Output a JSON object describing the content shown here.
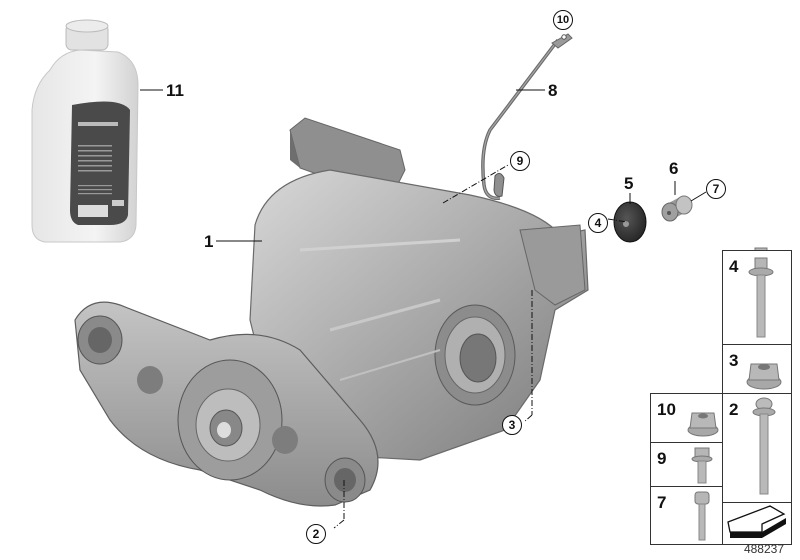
{
  "diagram": {
    "type": "parts-exploded-view",
    "subject": "rear axle differential assembly",
    "document_id": "488237",
    "callouts_plain": [
      {
        "num": "1",
        "part": "differential"
      },
      {
        "num": "5",
        "part": "rubber mount"
      },
      {
        "num": "6",
        "part": "spacer sleeve"
      },
      {
        "num": "8",
        "part": "vent line"
      },
      {
        "num": "11",
        "part": "oil bottle"
      }
    ],
    "callouts_circled": [
      {
        "num": "2",
        "part": "bolt location"
      },
      {
        "num": "3",
        "part": "nut location"
      },
      {
        "num": "4",
        "part": "bolt location"
      },
      {
        "num": "7",
        "part": "screw location"
      },
      {
        "num": "9",
        "part": "bolt location"
      },
      {
        "num": "10",
        "part": "nut location"
      }
    ],
    "fastener_grid": [
      {
        "num": "4",
        "item": "long flange bolt"
      },
      {
        "num": "3",
        "item": "flange nut"
      },
      {
        "num": "10",
        "item": "flange nut"
      },
      {
        "num": "2",
        "item": "torx flange bolt"
      },
      {
        "num": "9",
        "item": "hex flange bolt"
      },
      {
        "num": "7",
        "item": "socket head screw"
      },
      {
        "num": "",
        "item": "direction arrow"
      }
    ]
  }
}
